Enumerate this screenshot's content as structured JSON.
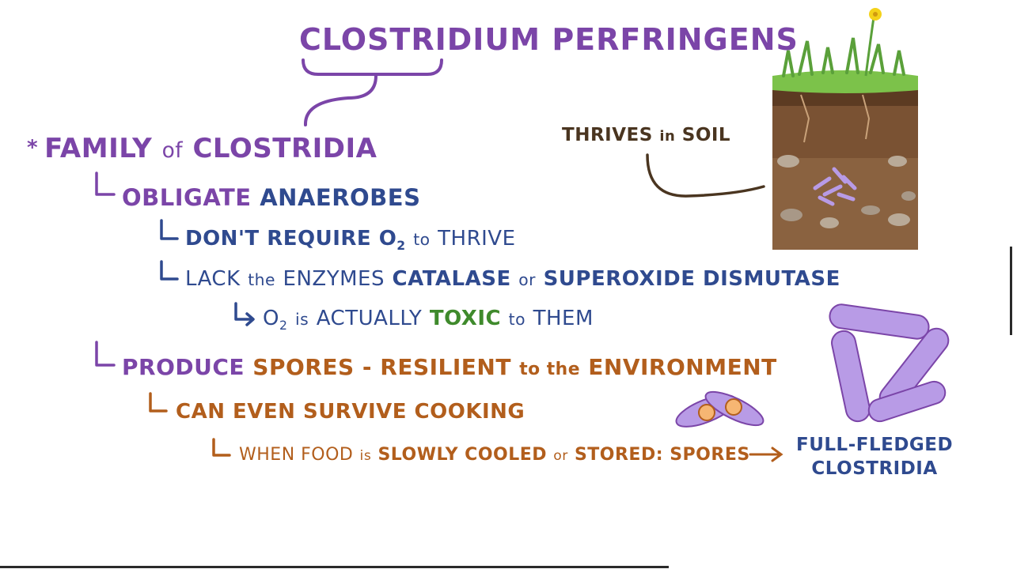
{
  "title": "CLOSTRIDIUM PERFRINGENS",
  "bullet": "*",
  "family": {
    "word1": "FAMILY",
    "of": "of",
    "word2": "CLOSTRIDIA"
  },
  "obligate": {
    "word1": "OBLIGATE",
    "word2": "ANAEROBES"
  },
  "o2_line": {
    "pre": "DON'T REQUIRE O",
    "sub": "2",
    "to": "to",
    "post": "THRIVE"
  },
  "lack_line": {
    "pre": "LACK",
    "the": "the",
    "enzymes": "ENZYMES",
    "catalase": "CATALASE",
    "or": "or",
    "sod": "SUPEROXIDE DISMUTASE"
  },
  "toxic_line": {
    "o": "O",
    "sub": "2",
    "is": "is",
    "actually": "ACTUALLY",
    "toxic": "TOXIC",
    "to": "to",
    "them": "THEM"
  },
  "spores_line": {
    "produce": "PRODUCE",
    "spores": "SPORES",
    "dash": "-",
    "resilient": "RESILIENT",
    "to_the": "to the",
    "env": "ENVIRONMENT"
  },
  "cooking_line": "CAN EVEN SURVIVE COOKING",
  "food_line": {
    "when": "WHEN FOOD",
    "is": "is",
    "slowly": "SLOWLY COOLED",
    "or": "or",
    "stored": "STORED:",
    "spores": "SPORES"
  },
  "soil": {
    "thrives": "THRIVES",
    "in": "in",
    "soil": "SOIL"
  },
  "fullfledged": {
    "line1": "FULL-FLEDGED",
    "line2": "CLOSTRIDIA"
  },
  "colors": {
    "purple": "#7b45a8",
    "blue": "#2f4a8f",
    "brown": "#b25e1c",
    "green": "#3f8a2c",
    "bacteria": "#b89be6",
    "soil": "#7a5233"
  },
  "icons": [
    "bracket-connector",
    "soil-block-illustration",
    "flower-icon",
    "bacteria-cluster-icon",
    "spore-cells-icon",
    "arrow-right-icon"
  ]
}
